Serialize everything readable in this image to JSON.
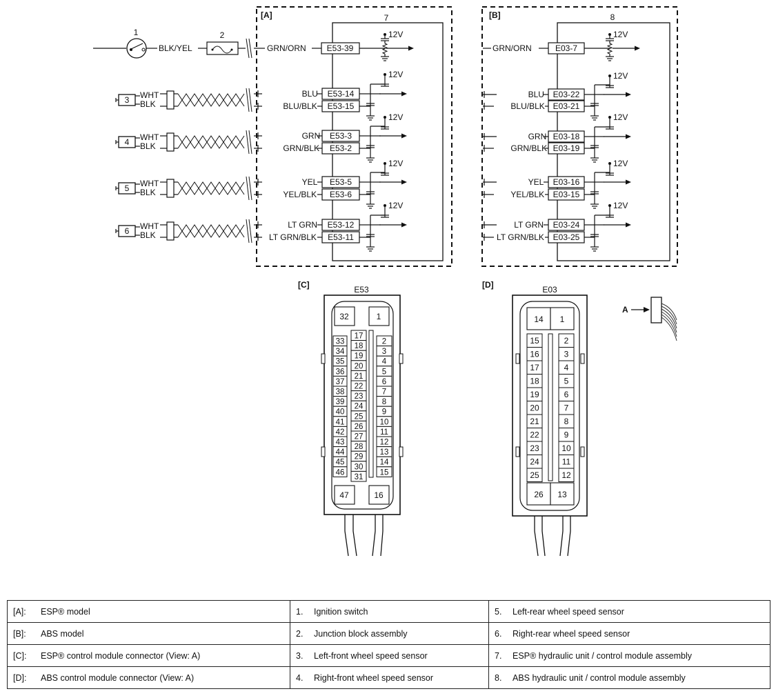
{
  "section_labels": {
    "a": "[A]",
    "b": "[B]",
    "c": "[C]",
    "d": "[D]"
  },
  "unit_numbers": {
    "esp": "7",
    "abs": "8"
  },
  "supply_label": "12V",
  "ignition": {
    "switch_no": "1",
    "junction_no": "2",
    "wire_blk_yel": "BLK/YEL"
  },
  "sensors": [
    {
      "no": "3",
      "hi_wire": "WHT",
      "lo_wire": "BLK",
      "esp": {
        "wire_a": "BLU",
        "wire_b": "BLU/BLK",
        "term_a": "E53-14",
        "term_b": "E53-15"
      },
      "abs": {
        "wire_a": "BLU",
        "wire_b": "BLU/BLK",
        "term_a": "E03-22",
        "term_b": "E03-21"
      }
    },
    {
      "no": "4",
      "hi_wire": "WHT",
      "lo_wire": "BLK",
      "esp": {
        "wire_a": "GRN",
        "wire_b": "GRN/BLK",
        "term_a": "E53-3",
        "term_b": "E53-2"
      },
      "abs": {
        "wire_a": "GRN",
        "wire_b": "GRN/BLK",
        "term_a": "E03-18",
        "term_b": "E03-19"
      }
    },
    {
      "no": "5",
      "hi_wire": "WHT",
      "lo_wire": "BLK",
      "esp": {
        "wire_a": "YEL",
        "wire_b": "YEL/BLK",
        "term_a": "E53-5",
        "term_b": "E53-6"
      },
      "abs": {
        "wire_a": "YEL",
        "wire_b": "YEL/BLK",
        "term_a": "E03-16",
        "term_b": "E03-15"
      }
    },
    {
      "no": "6",
      "hi_wire": "WHT",
      "lo_wire": "BLK",
      "esp": {
        "wire_a": "LT GRN",
        "wire_b": "LT GRN/BLK",
        "term_a": "E53-12",
        "term_b": "E53-11"
      },
      "abs": {
        "wire_a": "LT GRN",
        "wire_b": "LT GRN/BLK",
        "term_a": "E03-24",
        "term_b": "E03-25"
      }
    }
  ],
  "power_feed": {
    "esp": {
      "wire": "GRN/ORN",
      "term": "E53-39"
    },
    "abs": {
      "wire": "GRN/ORN",
      "term": "E03-7"
    }
  },
  "connector_e53": {
    "name": "E53",
    "top": [
      "32",
      "1"
    ],
    "bottom": [
      "47",
      "16"
    ],
    "left_col": [
      "33",
      "34",
      "35",
      "36",
      "37",
      "38",
      "39",
      "40",
      "41",
      "42",
      "43",
      "44",
      "45",
      "46"
    ],
    "mid_col": [
      "17",
      "18",
      "19",
      "20",
      "21",
      "22",
      "23",
      "24",
      "25",
      "26",
      "27",
      "28",
      "29",
      "30",
      "31"
    ],
    "right_col": [
      "2",
      "3",
      "4",
      "5",
      "6",
      "7",
      "8",
      "9",
      "10",
      "11",
      "12",
      "13",
      "14",
      "15"
    ]
  },
  "connector_e03": {
    "name": "E03",
    "top": [
      "14",
      "1"
    ],
    "bottom": [
      "26",
      "13"
    ],
    "left_col": [
      "15",
      "16",
      "17",
      "18",
      "19",
      "20",
      "21",
      "22",
      "23",
      "24",
      "25"
    ],
    "right_col": [
      "2",
      "3",
      "4",
      "5",
      "6",
      "7",
      "8",
      "9",
      "10",
      "11",
      "12"
    ]
  },
  "view_label": "A",
  "legend": [
    [
      {
        "key": "[A]:",
        "text": "ESP® model"
      },
      {
        "key": "1.",
        "text": "Ignition switch"
      },
      {
        "key": "5.",
        "text": "Left-rear wheel speed sensor"
      }
    ],
    [
      {
        "key": "[B]:",
        "text": "ABS model"
      },
      {
        "key": "2.",
        "text": "Junction block assembly"
      },
      {
        "key": "6.",
        "text": "Right-rear wheel speed sensor"
      }
    ],
    [
      {
        "key": "[C]:",
        "text": "ESP® control module connector (View: A)"
      },
      {
        "key": "3.",
        "text": "Left-front wheel speed sensor"
      },
      {
        "key": "7.",
        "text": "ESP® hydraulic unit / control module assembly"
      }
    ],
    [
      {
        "key": "[D]:",
        "text": "ABS control module connector (View: A)"
      },
      {
        "key": "4.",
        "text": "Right-front wheel speed sensor"
      },
      {
        "key": "8.",
        "text": "ABS hydraulic unit / control module assembly"
      }
    ]
  ]
}
